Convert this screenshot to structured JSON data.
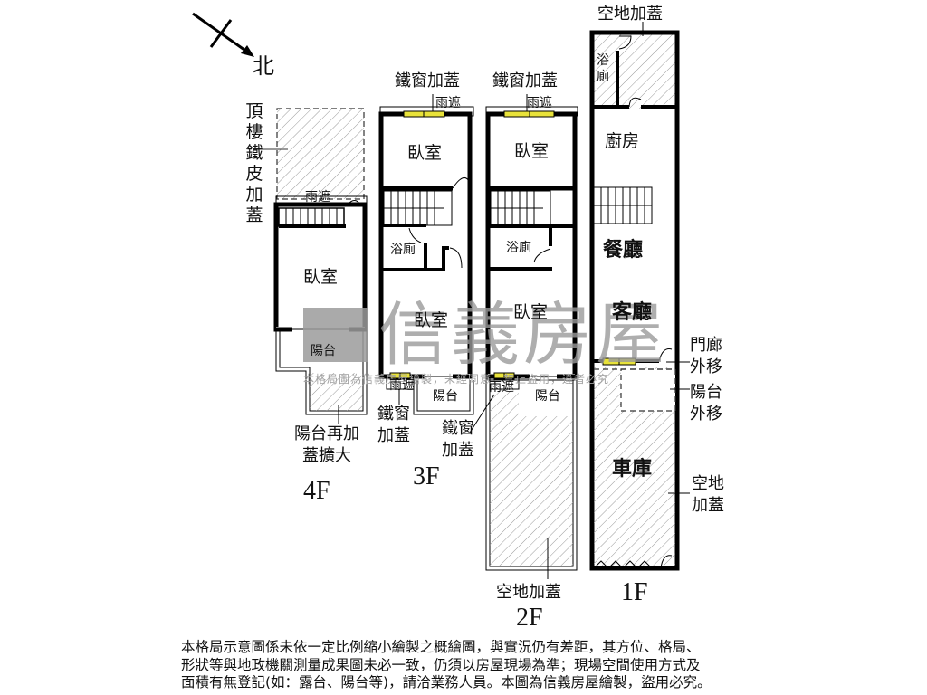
{
  "compass": {
    "direction_label": "北",
    "icon": "north-arrow-icon"
  },
  "watermark": {
    "brand": "信義房屋",
    "fine_print": "本格局圖為信義房屋繪製，未經同意，禁止盜用，違者必究"
  },
  "colors": {
    "wall": "#000000",
    "window": "#e8e23a",
    "hatch": "#9a9a9a",
    "watermark": "#9a9a9a"
  },
  "floors": [
    {
      "tag": "4F",
      "rooms": [
        "臥室",
        "陽台"
      ],
      "annotations": [
        "頂樓鐵皮加蓋",
        "雨遮",
        "陽台再加蓋擴大"
      ],
      "annotation_lines": {
        "rooftop": [
          "頂",
          "樓",
          "鐵",
          "皮",
          "加",
          "蓋"
        ],
        "balcony_ext": [
          "陽台再加",
          "蓋擴大"
        ]
      }
    },
    {
      "tag": "3F",
      "rooms": [
        "臥室",
        "浴廁",
        "臥室",
        "陽台"
      ],
      "annotations": [
        "鐵窗加蓋",
        "雨遮",
        "雨遮",
        "鐵窗加蓋"
      ],
      "annotation_lines": {
        "front_window": [
          "鐵窗",
          "加蓋"
        ]
      }
    },
    {
      "tag": "2F",
      "rooms": [
        "臥室",
        "浴廁",
        "臥室",
        "陽台"
      ],
      "annotations": [
        "鐵窗加蓋",
        "雨遮",
        "雨遮",
        "鐵窗加蓋",
        "空地加蓋"
      ],
      "annotation_lines": {
        "front_window": [
          "鐵窗",
          "加蓋"
        ]
      }
    },
    {
      "tag": "1F",
      "rooms": [
        "浴廁",
        "廚房",
        "餐廳",
        "客廳",
        "車庫"
      ],
      "annotations": [
        "空地加蓋",
        "門廊外移",
        "陽台外移",
        "空地加蓋"
      ],
      "annotation_lines": {
        "bath": [
          "浴",
          "廁"
        ],
        "porch": [
          "門廊",
          "外移"
        ],
        "balcony": [
          "陽台",
          "外移"
        ],
        "yard": [
          "空地",
          "加蓋"
        ]
      }
    }
  ],
  "disclaimer": {
    "lines": [
      "本格局示意圖係未依一定比例縮小繪製之概繪圖，與實況仍有差距，其方位、格局、",
      "形狀等與地政機關測量成果圖未必一致，仍須以房屋現場為準；現場空間使用方式及",
      "面積有無登記(如：露台、陽台等)，請洽業務人員。本圖為信義房屋繪製，盜用必究。"
    ]
  }
}
